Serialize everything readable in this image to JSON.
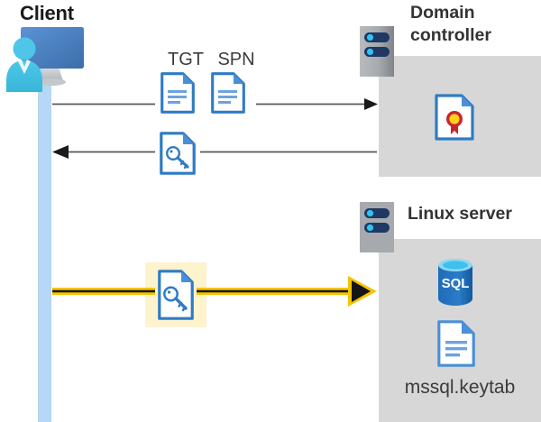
{
  "diagram": {
    "title": "Kerberos authentication flow between client, domain controller and Linux server",
    "background_color": "#ffffff"
  },
  "colors": {
    "panel_gray": "#d7d7d7",
    "lifeline_blue": "#b6d7f5",
    "highlight_yellow": "#fdf3cd",
    "arrow_gray": "#404040",
    "arrow_yellow": "#f5c400",
    "doc_blue": "#3d7ebd",
    "doc_blue_dark": "#2b6cb0",
    "sql_blue": "#1f6bb8",
    "server_gray": "#9a9a9a",
    "server_node_navy": "#1f3864",
    "server_node_cyan": "#2ec6f0",
    "seal_red": "#c9252d",
    "seal_gold": "#ffd21e",
    "text_dark": "#1a1a1a",
    "text_gray": "#3b3b3b"
  },
  "actors": {
    "client": {
      "label": "Client",
      "icon": "user-computer-icon"
    },
    "domain_controller": {
      "label_line1": "Domain",
      "label_line2": "controller",
      "icon": "server-rack-icon",
      "contents": [
        {
          "name": "certificate-icon",
          "label": ""
        }
      ]
    },
    "linux_server": {
      "label": "Linux server",
      "icon": "server-rack-icon",
      "contents": [
        {
          "name": "sql-database-icon",
          "label": "SQL"
        },
        {
          "name": "keytab-file-icon",
          "label": "mssql.keytab"
        }
      ]
    }
  },
  "messages": [
    {
      "id": "request",
      "direction": "client-to-domain-controller",
      "style": "gray",
      "icons": [
        {
          "name": "tgt-document-icon",
          "label": "TGT"
        },
        {
          "name": "spn-document-icon",
          "label": "SPN"
        }
      ]
    },
    {
      "id": "response",
      "direction": "domain-controller-to-client",
      "style": "gray",
      "icons": [
        {
          "name": "key-document-icon",
          "label": ""
        }
      ]
    },
    {
      "id": "service-ticket",
      "direction": "client-to-linux-server",
      "style": "yellow-highlighted",
      "icons": [
        {
          "name": "key-document-icon",
          "label": ""
        }
      ]
    }
  ],
  "labels": {
    "client": "Client",
    "domain_line1": "Domain",
    "domain_line2": "controller",
    "linux": "Linux server",
    "tgt": "TGT",
    "spn": "SPN",
    "sql": "SQL",
    "keytab_file": "mssql.keytab"
  }
}
